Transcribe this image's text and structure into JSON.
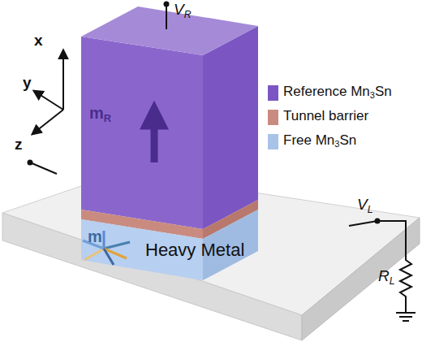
{
  "diagram": {
    "nodes": [
      {
        "text": [
          "Heavy Metal"
        ]
      }
    ],
    "labels": [
      "VR",
      "x",
      "y",
      "z",
      "mR",
      "m",
      "VL",
      "RL"
    ],
    "legend": [
      {
        "text": "Reference Mn3Sn",
        "color": "#7b56c2"
      },
      {
        "text": "Tunnel barrier",
        "color": "#c98b80"
      },
      {
        "text": "Free Mn3Sn",
        "color": "#a8c3e8"
      }
    ]
  }
}
